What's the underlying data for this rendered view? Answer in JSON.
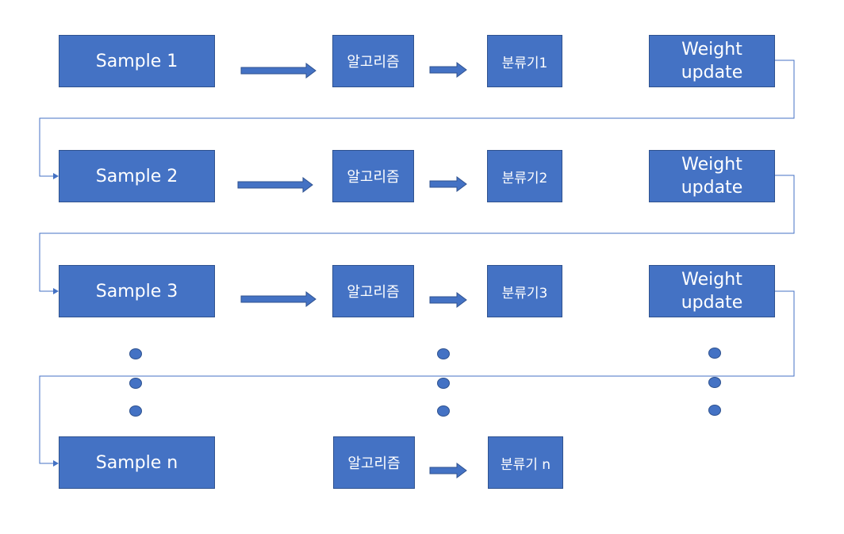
{
  "rows": [
    {
      "sample": "Sample 1",
      "algorithm": "알고리즘",
      "classifier": "분류기1",
      "weight_update": [
        "Weight",
        "update"
      ]
    },
    {
      "sample": "Sample 2",
      "algorithm": "알고리즘",
      "classifier": "분류기2",
      "weight_update": [
        "Weight",
        "update"
      ]
    },
    {
      "sample": "Sample 3",
      "algorithm": "알고리즘",
      "classifier": "분류기3",
      "weight_update": [
        "Weight",
        "update"
      ]
    },
    {
      "sample": "Sample n",
      "algorithm": "알고리즘",
      "classifier": "분류기 n"
    }
  ],
  "colors": {
    "box_fill": "#4472c4",
    "box_border": "#2f528f",
    "connector": "#4472c4",
    "text": "#ffffff"
  }
}
